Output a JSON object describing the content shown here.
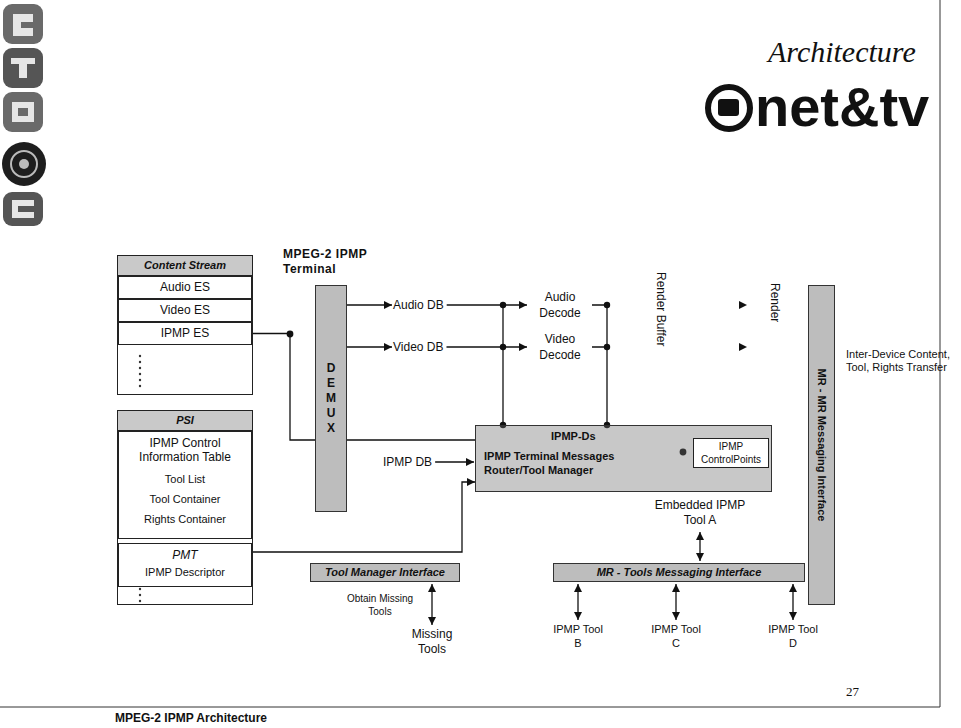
{
  "diagram": {
    "title": "Architecture",
    "caption": "MPEG-2 IPMP Architecture",
    "nodes": [
      {
        "text": [
          "Content Stream"
        ]
      },
      {
        "text": [
          "Audio ES"
        ],
        "in": 0
      },
      {
        "text": [
          "Video ES"
        ],
        "in": 0
      },
      {
        "text": [
          "IPMP ES"
        ],
        "in": 0
      },
      {
        "text": [
          "DEMUX"
        ]
      },
      {
        "text": [
          "Audio DB"
        ]
      },
      {
        "text": [
          "Video DB"
        ]
      },
      {
        "text": [
          "Audio Decode"
        ]
      },
      {
        "text": [
          "Video Decode"
        ]
      },
      {
        "text": [
          "MR - MR Messaging Interface"
        ]
      },
      {
        "text": [
          "PSI"
        ]
      },
      {
        "text": [
          "IPMP Control Information Table",
          "Tool List",
          "Tool Container",
          "Rights Container"
        ],
        "in": 10
      },
      {
        "text": [
          "PMT",
          "IPMP Descriptor"
        ],
        "in": 10
      },
      {
        "text": [
          "IPMP DB"
        ]
      },
      {
        "text": [
          "IPMP-Ds",
          "IPMP Terminal Messages Router/Tool Manager"
        ]
      },
      {
        "text": [
          "IPMP ControlPoints"
        ],
        "in": 14
      },
      {
        "text": [
          "Embedded IPMP Tool A"
        ]
      },
      {
        "text": [
          "Tool Manager Interface"
        ]
      },
      {
        "text": [
          "MR - Tools Messaging Interface"
        ]
      },
      {
        "text": [
          "Missing Tools"
        ]
      },
      {
        "text": [
          "IPMP Tool B"
        ]
      },
      {
        "text": [
          "IPMP Tool C"
        ]
      },
      {
        "text": [
          "IPMP Tool D"
        ]
      }
    ],
    "edges": [
      {
        "from": 4,
        "to": 5,
        "arrow": "to"
      },
      {
        "from": 4,
        "to": 6,
        "arrow": "to"
      },
      {
        "from": 5,
        "to": 7,
        "arrow": "to"
      },
      {
        "from": 6,
        "to": 8,
        "arrow": "to"
      },
      {
        "from": 3,
        "to": 14,
        "arrow": "none"
      },
      {
        "from": 13,
        "to": 14,
        "arrow": "to"
      },
      {
        "from": 10,
        "to": 14,
        "arrow": "to"
      },
      {
        "from": 16,
        "to": 18,
        "arrow": "both"
      },
      {
        "from": 17,
        "to": 19,
        "arrow": "both",
        "label": "Obtain Missing Tools"
      },
      {
        "from": 18,
        "to": 20,
        "arrow": "both"
      },
      {
        "from": 18,
        "to": 21,
        "arrow": "both"
      },
      {
        "from": 18,
        "to": 22,
        "arrow": "both"
      }
    ],
    "labels": [
      "MPEG-2 IPMP Terminal",
      "Render Buffer",
      "Render",
      "Inter-Device Content, Tool, Rights Transfer",
      "net&tv",
      "27"
    ]
  }
}
